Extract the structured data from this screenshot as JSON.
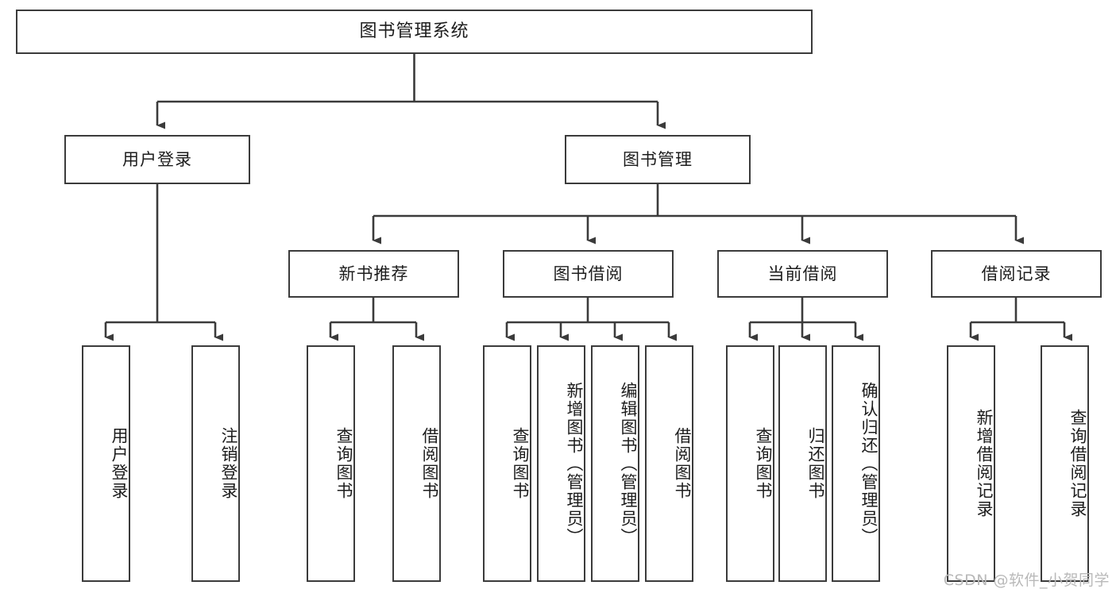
{
  "diagram": {
    "title": "图书管理系统",
    "type": "tree-hierarchy-chart",
    "orientation": "top-down",
    "colors": {
      "box_border": "#3b3b3b",
      "box_fill": "#ffffff",
      "connector": "#3b3b3b",
      "text": "#1c1c1c",
      "watermark": "#b9b9b9",
      "background": "#ffffff"
    }
  },
  "root": {
    "label": "图书管理系统"
  },
  "level1": [
    {
      "id": "user-login",
      "label": "用户登录"
    },
    {
      "id": "book-manage",
      "label": "图书管理"
    }
  ],
  "level2": [
    {
      "id": "new-book-rec",
      "label": "新书推荐"
    },
    {
      "id": "book-borrow",
      "label": "图书借阅"
    },
    {
      "id": "current-borrow",
      "label": "当前借阅"
    },
    {
      "id": "borrow-record",
      "label": "借阅记录"
    }
  ],
  "leaves": {
    "user_login": [
      {
        "id": "leaf-user-login",
        "label": "用户登录"
      },
      {
        "id": "leaf-user-logout",
        "label": "注销登录"
      }
    ],
    "new_book_rec": [
      {
        "id": "leaf-query-book-1",
        "label": "查询图书"
      },
      {
        "id": "leaf-borrow-book-1",
        "label": "借阅图书"
      }
    ],
    "book_borrow": [
      {
        "id": "leaf-query-book-2",
        "label": "查询图书"
      },
      {
        "id": "leaf-add-book",
        "label": "新增图书（管理员）"
      },
      {
        "id": "leaf-edit-book",
        "label": "编辑图书（管理员）"
      },
      {
        "id": "leaf-borrow-book-2",
        "label": "借阅图书"
      }
    ],
    "current_borrow": [
      {
        "id": "leaf-query-book-3",
        "label": "查询图书"
      },
      {
        "id": "leaf-return-book",
        "label": "归还图书"
      },
      {
        "id": "leaf-confirm-return",
        "label": "确认归还（管理员）"
      }
    ],
    "borrow_record": [
      {
        "id": "leaf-add-record",
        "label": "新增借阅记录"
      },
      {
        "id": "leaf-query-record",
        "label": "查询借阅记录"
      }
    ]
  },
  "watermark": {
    "text": "CSDN @软件_小贺同学"
  }
}
